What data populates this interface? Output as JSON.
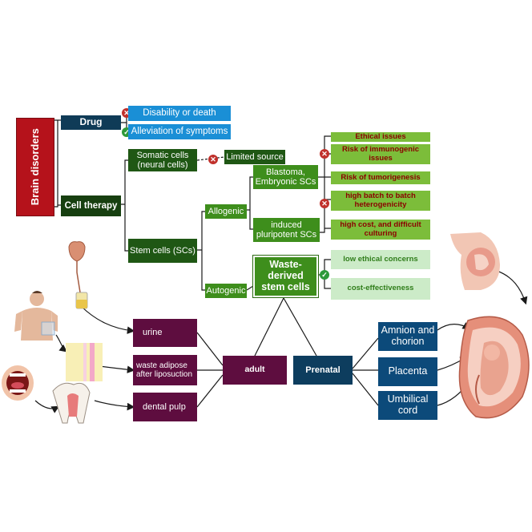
{
  "root": "Brain disorders",
  "drug": {
    "label": "Drug",
    "outcomes": [
      "Disability or death",
      "Alleviation of symptoms"
    ]
  },
  "cell_therapy": {
    "label": "Cell therapy",
    "somatic": "Somatic cells (neural cells)",
    "somatic_outcome": "Limited source",
    "stem": "Stem cells (SCs)",
    "allogenic": "Allogenic",
    "autogenic": "Autogenic",
    "blastoma": "Blastoma, Embryonic SCs",
    "ipsc": "induced pluripotent SCs",
    "waste": "Waste-derived stem cells"
  },
  "issues": [
    "Ethical issues",
    "Risk of immunogenic issues",
    "Risk of tumorigenesis",
    "high batch to batch heterogenicity",
    "high cost, and difficult culturing"
  ],
  "benefits": [
    "low ethical concerns",
    "cost-effectiveness"
  ],
  "adult": {
    "label": "adult",
    "sources": [
      "urine",
      "waste adipose after liposuction",
      "dental pulp"
    ]
  },
  "prenatal": {
    "label": "Prenatal",
    "sources": [
      "Amnion and chorion",
      "Placenta",
      "Umbilical cord"
    ]
  },
  "icons": {
    "negative": "x-circle-icon",
    "positive": "check-circle-icon"
  },
  "colors": {
    "root": "#b5121b",
    "navy": "#0f3b57",
    "blue": "#1a8fd6",
    "dark_green": "#1f5714",
    "mid_green": "#3e8e1c",
    "lime": "#7cbd3a",
    "pale_green": "#ccebc8",
    "purple": "#5e0d3f",
    "deep_blue": "#0c4a7a"
  }
}
